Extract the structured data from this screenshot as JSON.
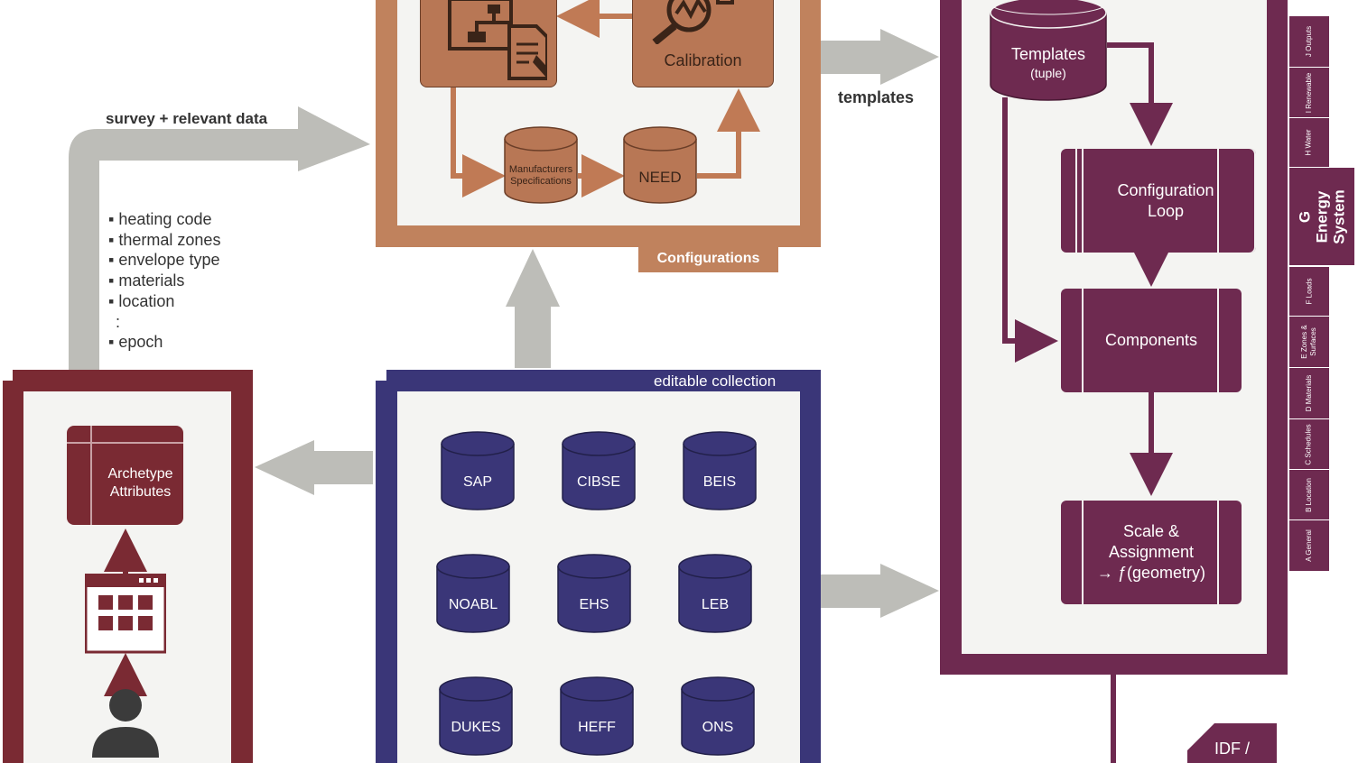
{
  "configurations": {
    "calibration_label": "Calibration",
    "manufacturers_label": "Manufacturers Specifications",
    "need_label": "NEED",
    "tab_label": "Configurations"
  },
  "flow_labels": {
    "templates": "templates",
    "survey": "survey + relevant data"
  },
  "survey_items": [
    "heating code",
    "thermal zones",
    "envelope type",
    "materials",
    "location",
    ":",
    "epoch"
  ],
  "archetype": {
    "attributes_label": "Archetype Attributes"
  },
  "collection": {
    "title": "editable collection",
    "databases": [
      "SAP",
      "CIBSE",
      "BEIS",
      "NOABL",
      "EHS",
      "LEB",
      "DUKES",
      "HEFF",
      "ONS"
    ]
  },
  "energy_system": {
    "templates_label": "Templates",
    "templates_sub": "(tuple)",
    "config_loop_label": "Configuration Loop",
    "components_label": "Components",
    "scale_label": "Scale & Assignment",
    "scale_formula": "→ ƒ(geometry)",
    "main_tab": "G Energy System",
    "tabs": [
      "J Outputs",
      "I Renewable",
      "H Water",
      "F Loads",
      "E Zones & Surfaces",
      "D Materials",
      "C Schedules",
      "B Location",
      "A General"
    ]
  },
  "output_label": "IDF /",
  "colors": {
    "brown": "#b87755",
    "brown_dark": "#7a4a32",
    "navy": "#3a3678",
    "plum": "#6e2a50",
    "maroon": "#7a2a33",
    "grey_arrow": "#bdbdb8",
    "panel": "#f4f4f2"
  }
}
